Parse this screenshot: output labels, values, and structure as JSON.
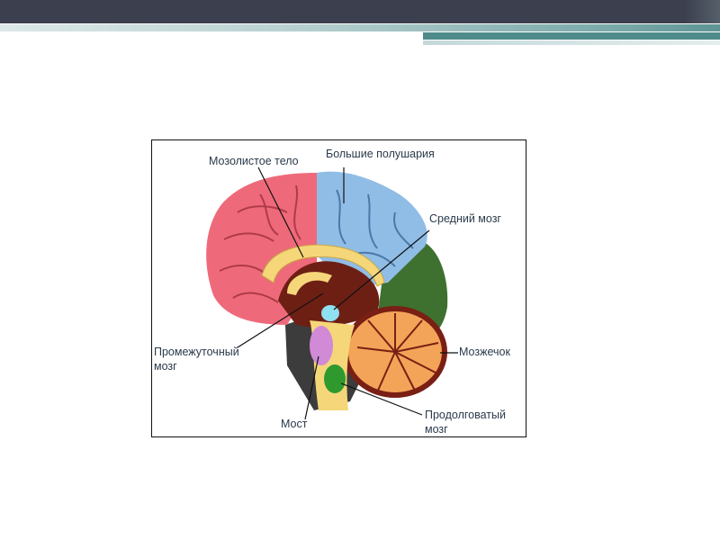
{
  "labels": {
    "corpus_callosum": "Мозолистое тело",
    "hemispheres": "Большие полушария",
    "midbrain": "Средний мозг",
    "diencephalon_line1": "Промежуточный",
    "diencephalon_line2": "мозг",
    "cerebellum": "Мозжечок",
    "pons": "Мост",
    "medulla_line1": "Продолговатый",
    "medulla_line2": "мозг"
  },
  "colors": {
    "frontal": "#ee6a7a",
    "parietal": "#90bde6",
    "occipital": "#3e7030",
    "diencephalon": "#6e1f14",
    "corpus_callosum": "#f5d77a",
    "cerebellum": "#f4a458",
    "cerebellum_border": "#7a1f14",
    "pons": "#d08ad6",
    "medulla": "#2e9a2e",
    "midbrain": "#8fe0f0",
    "brainstem_dark": "#3c3c3c"
  }
}
